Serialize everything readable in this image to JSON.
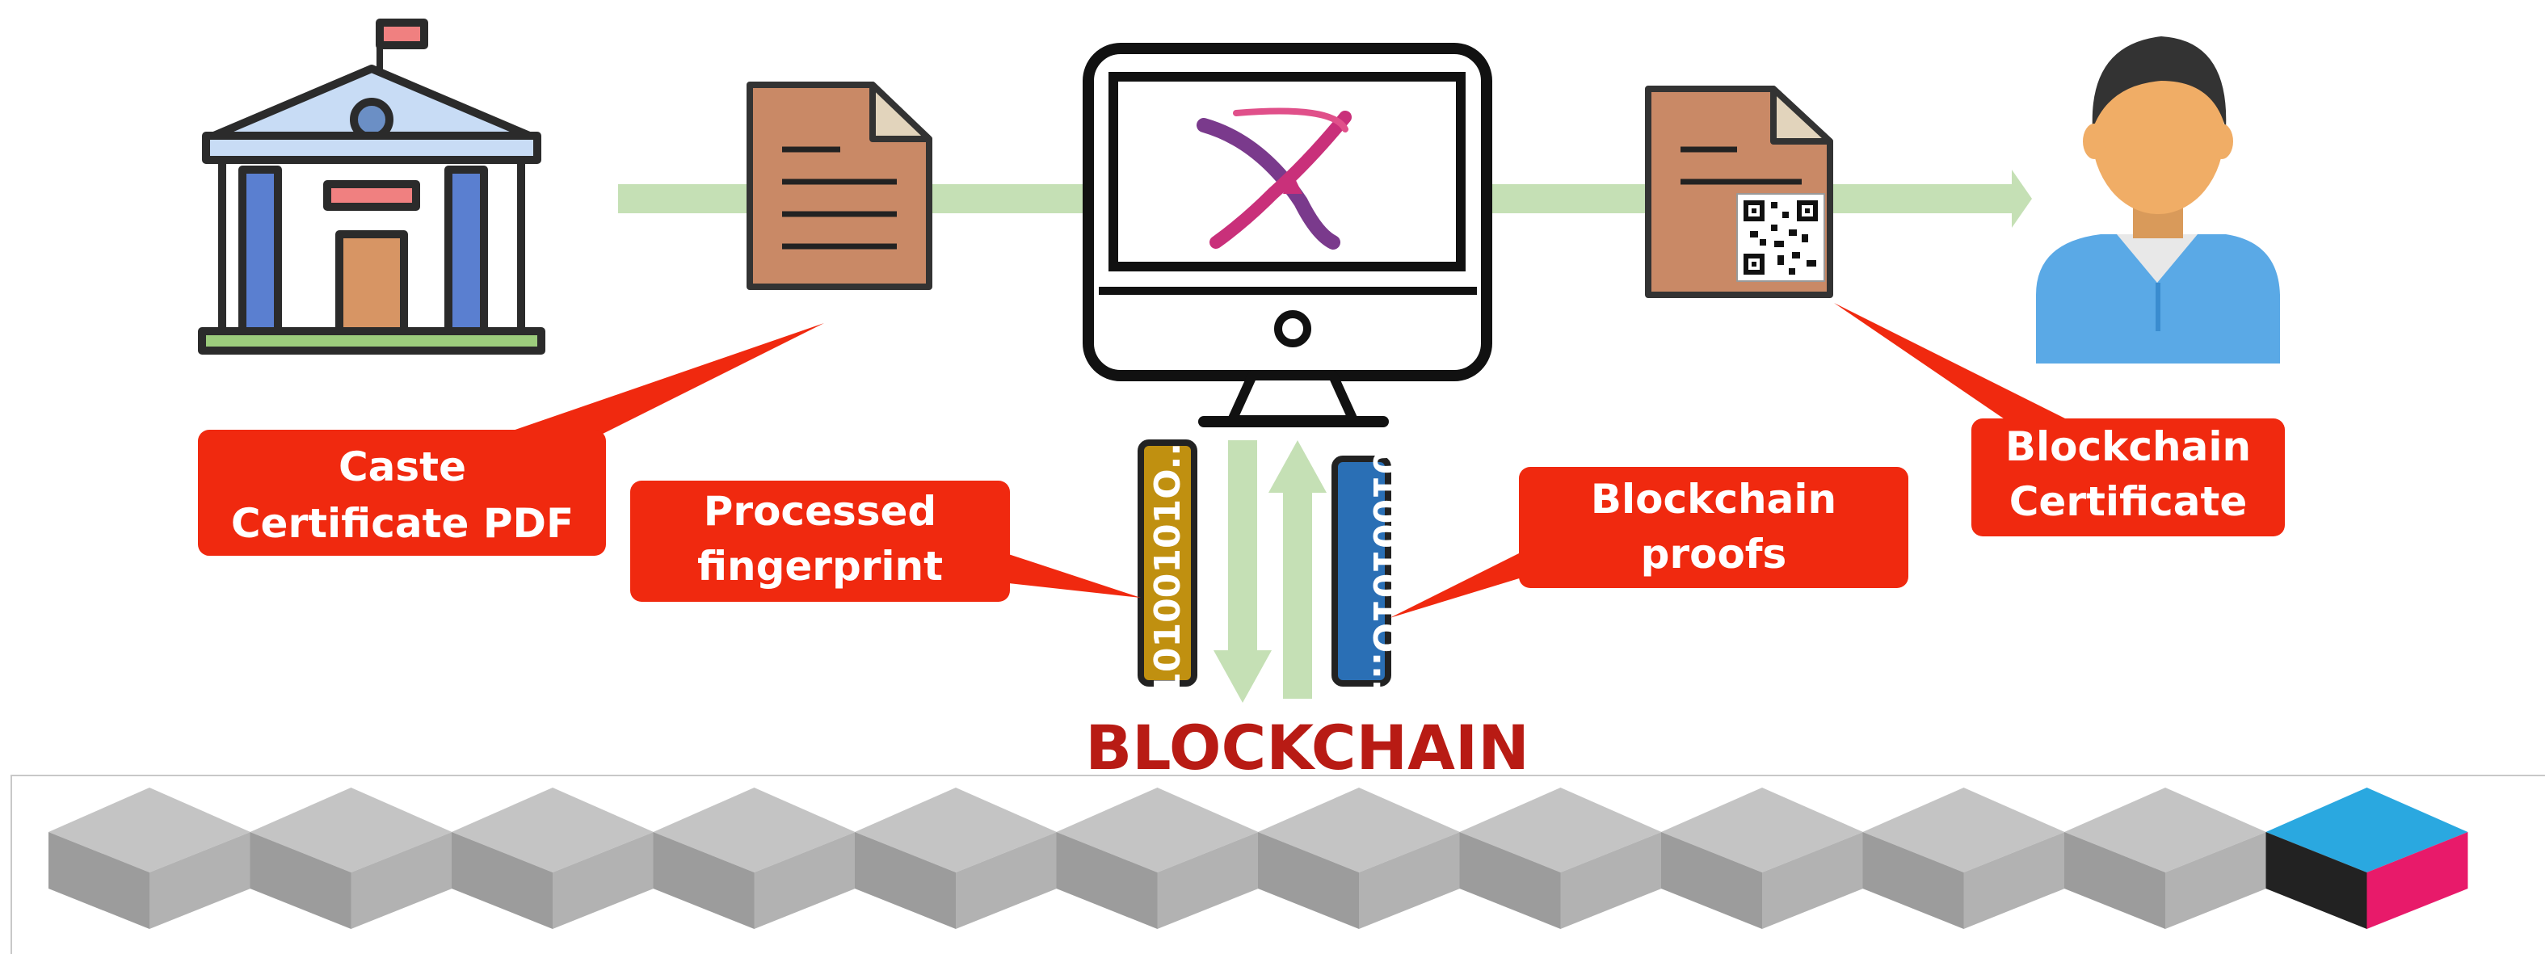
{
  "labels": {
    "caste_line1": "Caste",
    "caste_line2": "Certificate PDF",
    "processed_line1": "Processed",
    "processed_line2": "fingerprint",
    "proofs_line1": "Blockchain",
    "proofs_line2": "proofs",
    "cert_line1": "Blockchain",
    "cert_line2": "Certificate",
    "blockchain_title": "BLOCKCHAIN",
    "binary_up": "10100101O...",
    "binary_down": "0100101O..."
  },
  "colors": {
    "callout_red": "#f0290f",
    "title_red": "#b81b14",
    "arrow_green": "#c5e0b5",
    "doc_brown": "#c98966",
    "binary_gold": "#c09010",
    "binary_blue": "#2a6fb5",
    "block_grey": "#a8a8a8",
    "last_block_top": "#2aa8e0",
    "last_block_side": "#e81a6a",
    "last_block_front": "#222222"
  },
  "icons": [
    "government-building-icon",
    "pdf-document-icon",
    "computer-monitor-icon",
    "app-logo-icon",
    "qr-certificate-document-icon",
    "user-person-icon",
    "block-icon"
  ],
  "blocks": {
    "count": 12
  }
}
